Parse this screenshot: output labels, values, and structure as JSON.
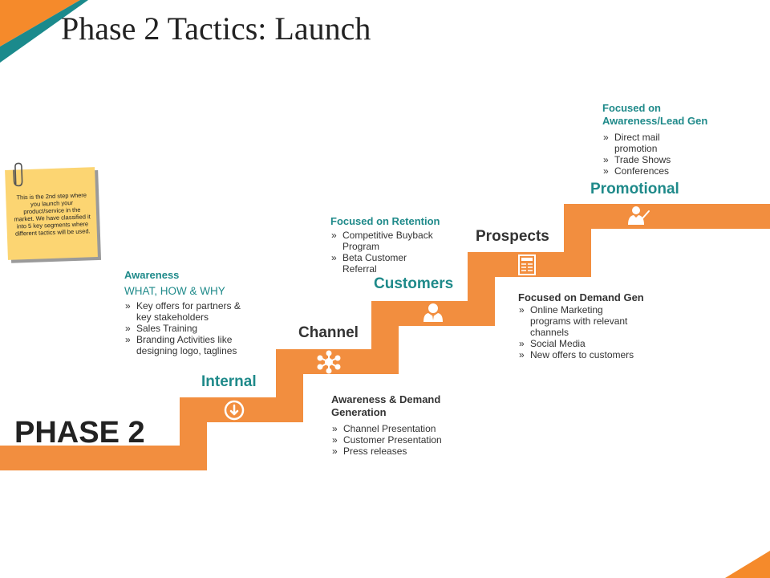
{
  "title": "Phase 2 Tactics: Launch",
  "phase_label": "PHASE 2",
  "note": {
    "text": "This is the 2nd  step where you launch your product/service in the market. We have classified it into 5 key segments where different tactics will be used."
  },
  "colors": {
    "stair": "#f28e3f",
    "teal": "#1f8a8a",
    "corner_orange": "#f58a2b",
    "corner_teal": "#1b8a8c"
  },
  "stages": [
    {
      "label": "Internal",
      "icon": "download-circle-icon"
    },
    {
      "label": "Channel",
      "icon": "network-hub-icon"
    },
    {
      "label": "Customers",
      "icon": "user-icon"
    },
    {
      "label": "Prospects",
      "icon": "newspaper-icon"
    },
    {
      "label": "Promotional",
      "icon": "presenter-icon"
    }
  ],
  "blocks": {
    "internal": {
      "heading": "Awareness",
      "subheading": "WHAT, HOW & WHY",
      "items": [
        "Key offers for partners & key stakeholders",
        "Sales Training",
        "Branding Activities like designing logo, taglines"
      ]
    },
    "channel": {
      "heading": "Awareness & Demand Generation",
      "items": [
        "Channel Presentation",
        "Customer Presentation",
        "Press releases"
      ]
    },
    "customers": {
      "heading": "Focused on Retention",
      "items": [
        "Competitive Buyback Program",
        "Beta Customer Referral"
      ]
    },
    "prospects": {
      "heading": "Focused on Demand Gen",
      "items": [
        "Online Marketing programs with relevant channels",
        "Social Media",
        "New offers to customers"
      ]
    },
    "promotional": {
      "heading": "Focused on Awareness/Lead Gen",
      "items": [
        "Direct mail promotion",
        "Trade Shows",
        "Conferences"
      ]
    }
  }
}
